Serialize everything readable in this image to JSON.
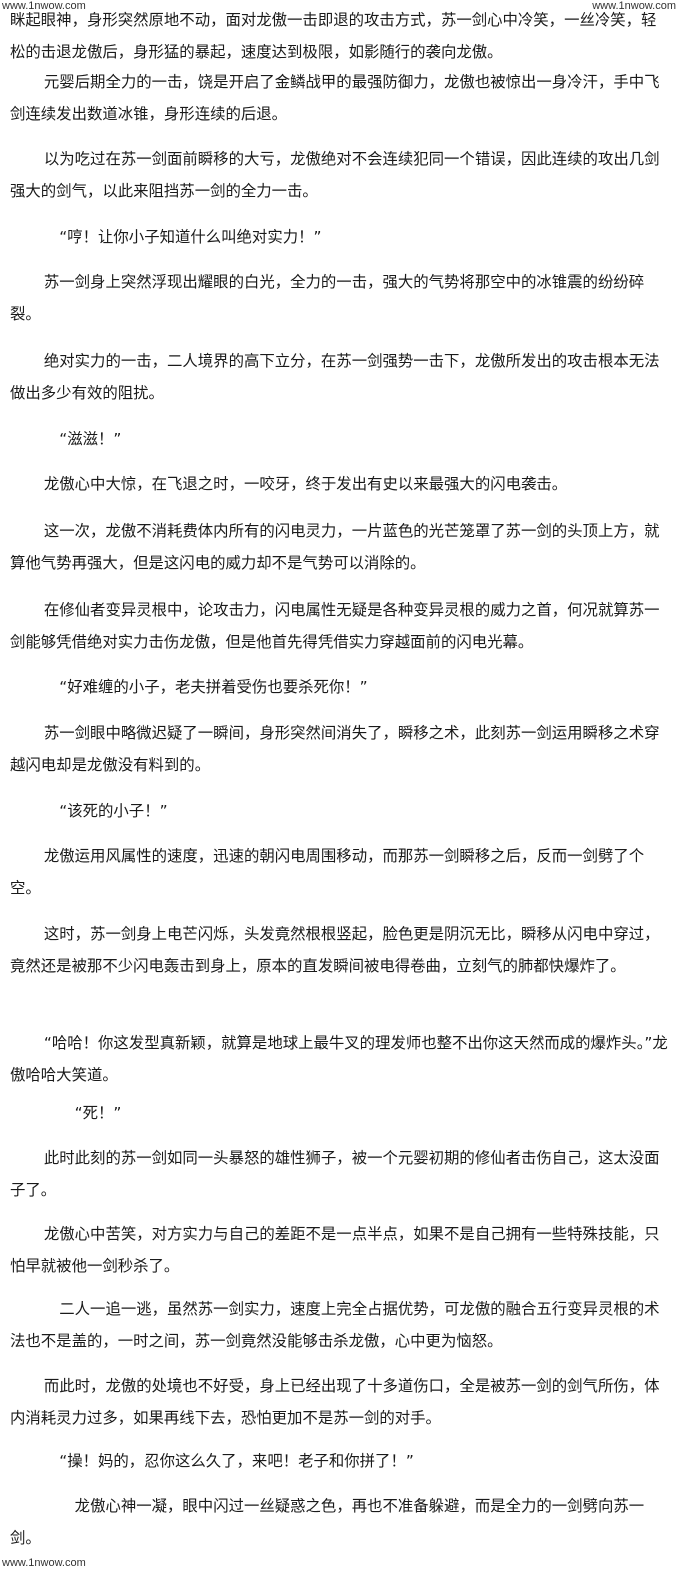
{
  "watermark": "www.1nwow.com",
  "paragraphs": [
    "眯起眼神，身形突然原地不动，面对龙傲一击即退的攻击方式，苏一剑心中冷笑，一丝冷笑，轻松的击退龙傲后，身形猛的暴起，速度达到极限，如影随行的袭向龙傲。",
    "元婴后期全力的一击，饶是开启了金鳞战甲的最强防御力，龙傲也被惊出一身冷汗，手中飞剑连续发出数道冰锥，身形连续的后退。",
    "以为吃过在苏一剑面前瞬移的大亏，龙傲绝对不会连续犯同一个错误，因此连续的攻出几剑强大的剑气，以此来阻挡苏一剑的全力一击。",
    "“哼！让你小子知道什么叫绝对实力！”",
    "苏一剑身上突然浮现出耀眼的白光，全力的一击，强大的气势将那空中的冰锥震的纷纷碎裂。",
    "绝对实力的一击，二人境界的高下立分，在苏一剑强势一击下，龙傲所发出的攻击根本无法做出多少有效的阻扰。",
    "“滋滋！”",
    "龙傲心中大惊，在飞退之时，一咬牙，终于发出有史以来最强大的闪电袭击。",
    "这一次，龙傲不消耗费体内所有的闪电灵力，一片蓝色的光芒笼罩了苏一剑的头顶上方，就算他气势再强大，但是这闪电的威力却不是气势可以消除的。",
    "在修仙者变异灵根中，论攻击力，闪电属性无疑是各种变异灵根的威力之首，何况就算苏一剑能够凭借绝对实力击伤龙傲，但是他首先得凭借实力穿越面前的闪电光幕。",
    "“好难缠的小子，老夫拼着受伤也要杀死你！”",
    "苏一剑眼中略微迟疑了一瞬间，身形突然间消失了，瞬移之术，此刻苏一剑运用瞬移之术穿越闪电却是龙傲没有料到的。",
    "“该死的小子！”",
    "龙傲运用风属性的速度，迅速的朝闪电周围移动，而那苏一剑瞬移之后，反而一剑劈了个空。",
    "这时，苏一剑身上电芒闪烁，头发竟然根根竖起，脸色更是阴沉无比，瞬移从闪电中穿过，竟然还是被那不少闪电轰击到身上，原本的直发瞬间被电得卷曲，立刻气的肺都快爆炸了。",
    "“哈哈！你这发型真新颖，就算是地球上最牛叉的理发师也整不出你这天然而成的爆炸头。”龙傲哈哈大笑道。",
    "“死！”",
    "此时此刻的苏一剑如同一头暴怒的雄性狮子，被一个元婴初期的修仙者击伤自己，这太没面子了。",
    "龙傲心中苦笑，对方实力与自己的差距不是一点半点，如果不是自己拥有一些特殊技能，只怕早就被他一剑秒杀了。",
    "二人一追一逃，虽然苏一剑实力，速度上完全占据优势，可龙傲的融合五行变异灵根的术法也不是盖的，一时之间，苏一剑竟然没能够击杀龙傲，心中更为恼怒。",
    "而此时，龙傲的处境也不好受，身上已经出现了十多道伤口，全是被苏一剑的剑气所伤，体内消耗灵力过多，如果再线下去，恐怕更加不是苏一剑的对手。",
    "“操！妈的，忍你这么久了，来吧！老子和你拼了！”",
    "龙傲心神一凝，眼中闪过一丝疑惑之色，再也不准备躲避，而是全力的一剑劈向苏一剑。"
  ]
}
